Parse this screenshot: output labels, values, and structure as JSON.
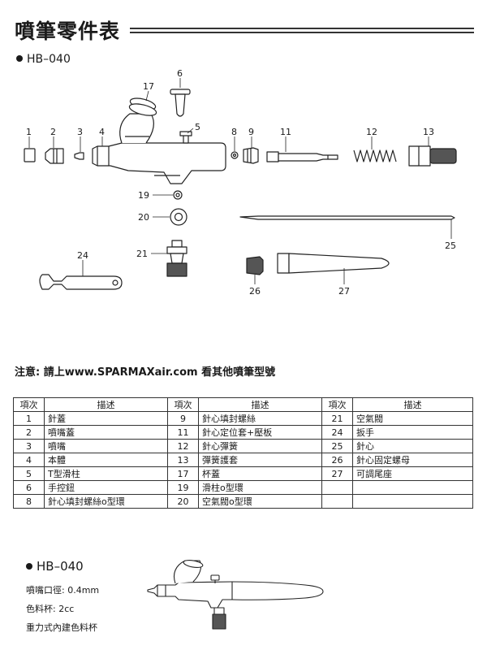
{
  "page": {
    "title": "噴筆零件表",
    "model": "HB–040",
    "note": "注意: 請上www.SPARMAXair.com 看其他噴筆型號"
  },
  "diagram": {
    "labels": [
      "1",
      "2",
      "3",
      "4",
      "17",
      "6",
      "5",
      "8",
      "9",
      "11",
      "12",
      "13",
      "19",
      "20",
      "25",
      "24",
      "21",
      "26",
      "27"
    ]
  },
  "table": {
    "headers": [
      "項次",
      "描述",
      "項次",
      "描述",
      "項次",
      "描述"
    ],
    "rows": [
      [
        "1",
        "針蓋",
        "9",
        "針心填封螺絲",
        "21",
        "空氣閥"
      ],
      [
        "2",
        "噴嘴蓋",
        "11",
        "針心定位套+壓板",
        "24",
        "扳手"
      ],
      [
        "3",
        "噴嘴",
        "12",
        "針心彈簧",
        "25",
        "針心"
      ],
      [
        "4",
        "本體",
        "13",
        "彈簧護套",
        "26",
        "針心固定螺母"
      ],
      [
        "5",
        "T型滑柱",
        "17",
        "杯蓋",
        "27",
        "可調尾座"
      ],
      [
        "6",
        "手控鈕",
        "19",
        "滑柱o型環",
        "",
        ""
      ],
      [
        "8",
        "針心填封螺絲o型環",
        "20",
        "空氣閥o型環",
        "",
        ""
      ]
    ]
  },
  "specs": {
    "nozzle": "噴嘴口徑: 0.4mm",
    "cup": "色料杯: 2cc",
    "feed": "重力式內建色料杯"
  }
}
